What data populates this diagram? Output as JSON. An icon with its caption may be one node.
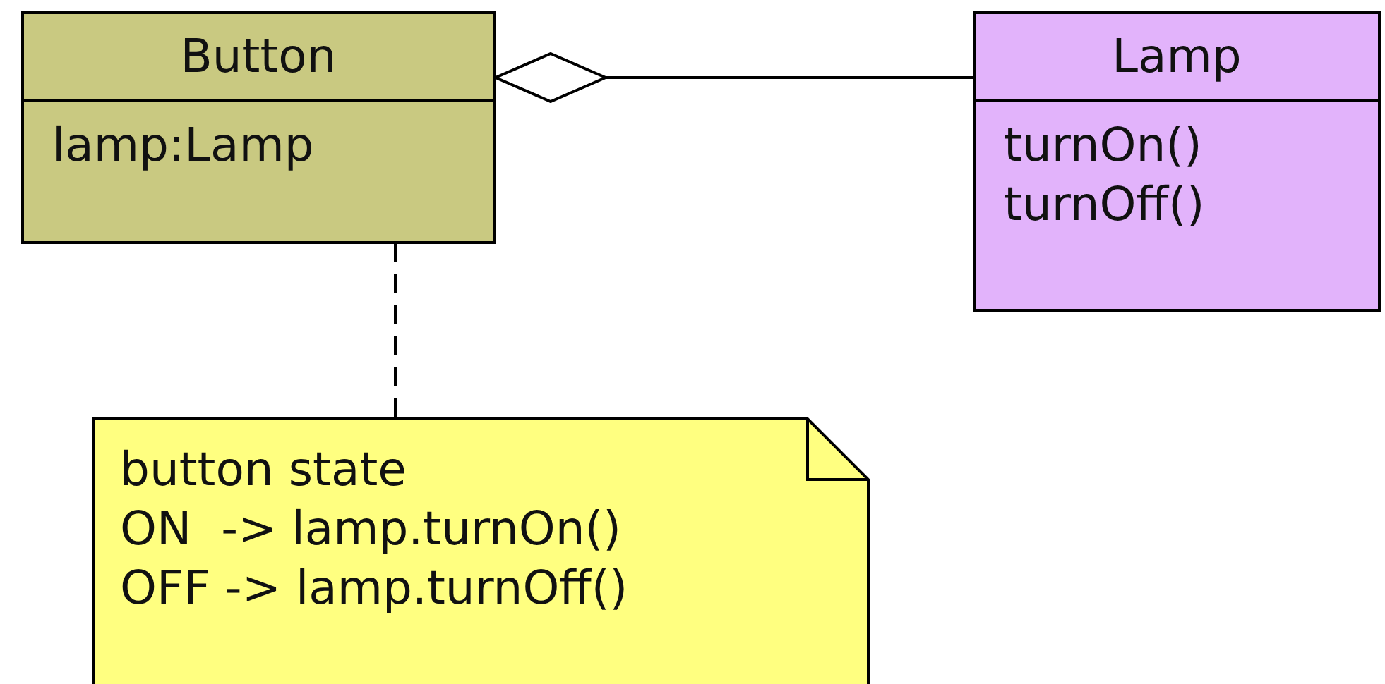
{
  "diagram": {
    "nodes": [
      {
        "text": [
          "Button",
          "lamp:Lamp"
        ]
      },
      {
        "text": [
          "Lamp",
          "turnOn()",
          "turnOff()"
        ]
      },
      {
        "text": [
          "button state",
          "ON  -> lamp.turnOn()",
          "OFF -> lamp.turnOff()"
        ]
      }
    ],
    "edges": [
      {
        "from": 1,
        "to": 0,
        "arrow": "other"
      },
      {
        "from": 2,
        "to": 0,
        "arrow": "none",
        "style": "dashed"
      }
    ]
  }
}
